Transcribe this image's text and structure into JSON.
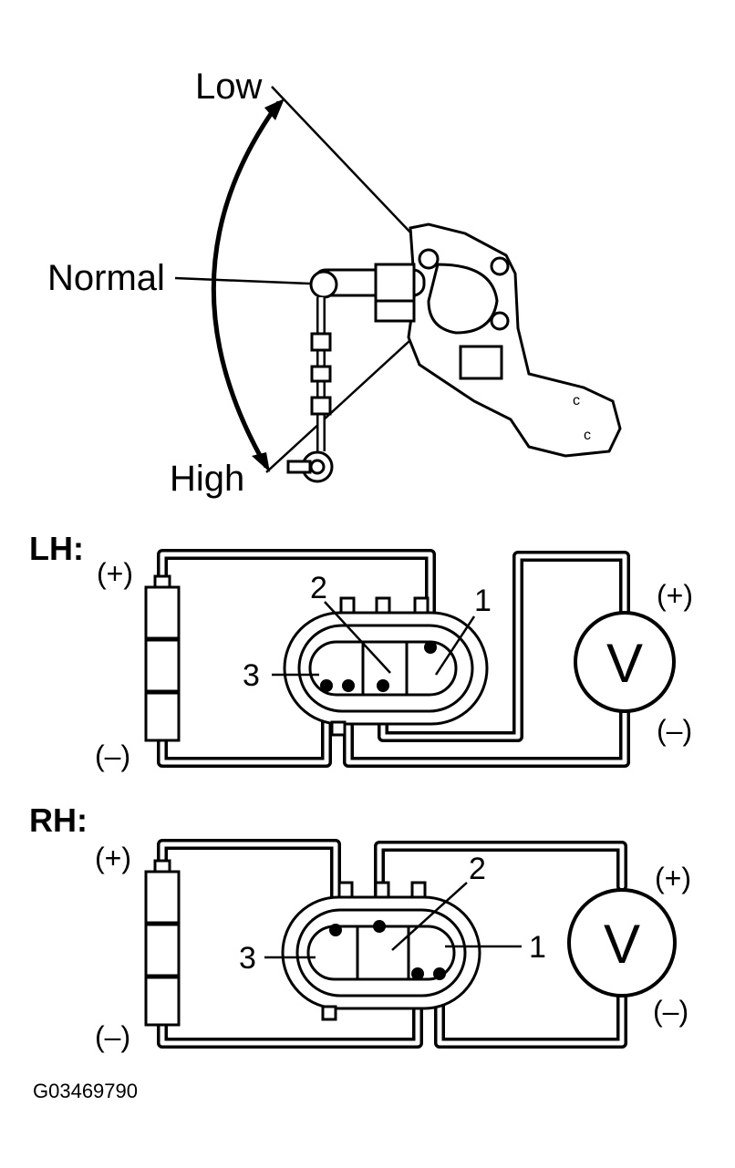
{
  "sensor": {
    "low_label": "Low",
    "normal_label": "Normal",
    "high_label": "High"
  },
  "lh": {
    "title": "LH:",
    "battery_plus": "(+)",
    "battery_minus": "(–)",
    "pin1": "1",
    "pin2": "2",
    "pin3": "3",
    "meter_symbol": "V",
    "meter_plus": "(+)",
    "meter_minus": "(–)"
  },
  "rh": {
    "title": "RH:",
    "battery_plus": "(+)",
    "battery_minus": "(–)",
    "pin1": "1",
    "pin2": "2",
    "pin3": "3",
    "meter_symbol": "V",
    "meter_plus": "(+)",
    "meter_minus": "(–)"
  },
  "figure_code": "G03469790"
}
